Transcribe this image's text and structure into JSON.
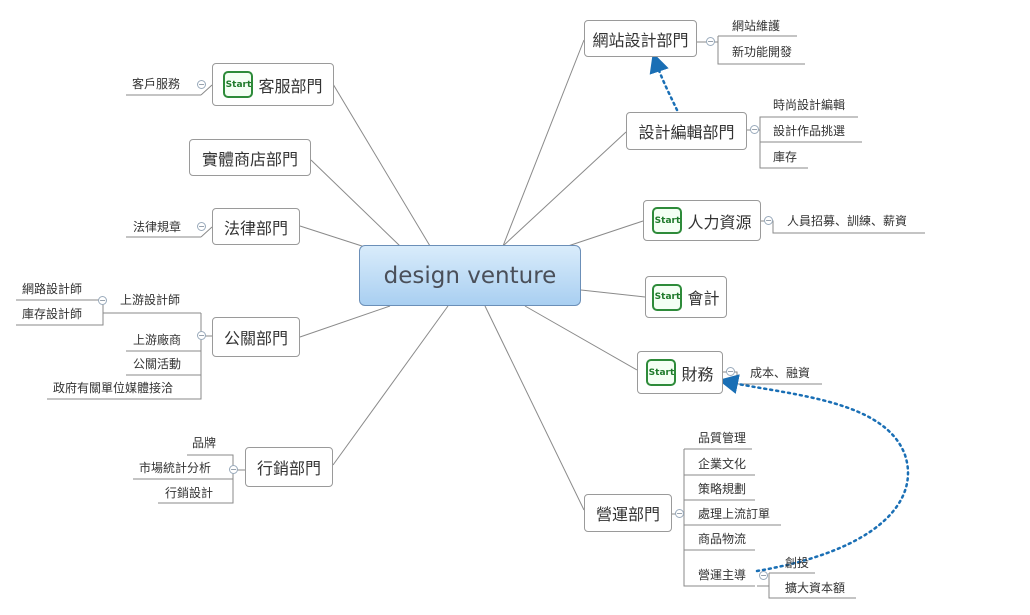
{
  "center": "design venture",
  "nodes": {
    "kefu": "客服部門",
    "shiti": "實體商店部門",
    "falv": "法律部門",
    "gongguan": "公關部門",
    "xingxiao": "行銷部門",
    "wangzhan": "網站設計部門",
    "sheji": "設計編輯部門",
    "renli": "人力資源",
    "kuaiji": "會計",
    "caiwu": "財務",
    "yingyun": "營運部門"
  },
  "leaves": {
    "kefu_1": "客戶服務",
    "falv_1": "法律規章",
    "gg_shangyou": "上游設計師",
    "gg_wanglu": "網路設計師",
    "gg_kucun": "庫存設計師",
    "gg_changshang": "上游廠商",
    "gg_huodong": "公關活動",
    "gg_zhengfu": "政府有關單位媒體接洽",
    "xx_pinpai": "品牌",
    "xx_shichang": "市場統計分析",
    "xx_sheji": "行銷設計",
    "wz_weihu": "網站維護",
    "wz_xingongneng": "新功能開發",
    "sj_shishang": "時尚設計編輯",
    "sj_zuopin": "設計作品挑選",
    "sj_kucun": "庫存",
    "rl_1": "人員招募、訓練、薪資",
    "cw_1": "成本、融資",
    "yy_pinzhi": "品質管理",
    "yy_qiye": "企業文化",
    "yy_celue": "策略規劃",
    "yy_chuli": "處理上流訂單",
    "yy_wuliu": "商品物流",
    "yy_zhudao": "營運主導",
    "yy_chuangtou": "創投",
    "yy_kuoda": "擴大資本額"
  },
  "start_label": "Start",
  "colors": {
    "center_border": "#6b8fb8",
    "dotted_arrow": "#1a6fb5",
    "start_green": "#2e8b3a"
  }
}
